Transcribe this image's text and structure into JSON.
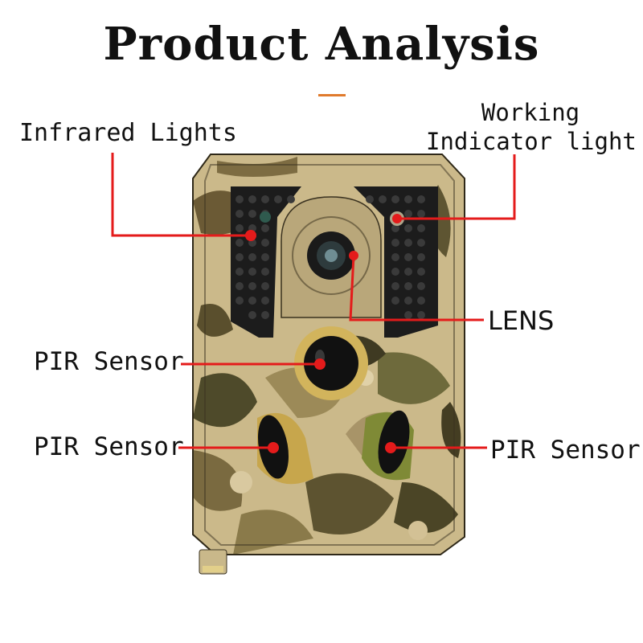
{
  "title": "Product Analysis",
  "accent_color": "#e07a2c",
  "leader_color": "#e41b1b",
  "labels": {
    "infrared": "Infrared Lights",
    "working_line1": "Working",
    "working_line2": "Indicator light",
    "lens": "LENS",
    "pir_center": "PIR Sensor",
    "pir_left": "PIR Sensor",
    "pir_right": "PIR Sensor"
  }
}
